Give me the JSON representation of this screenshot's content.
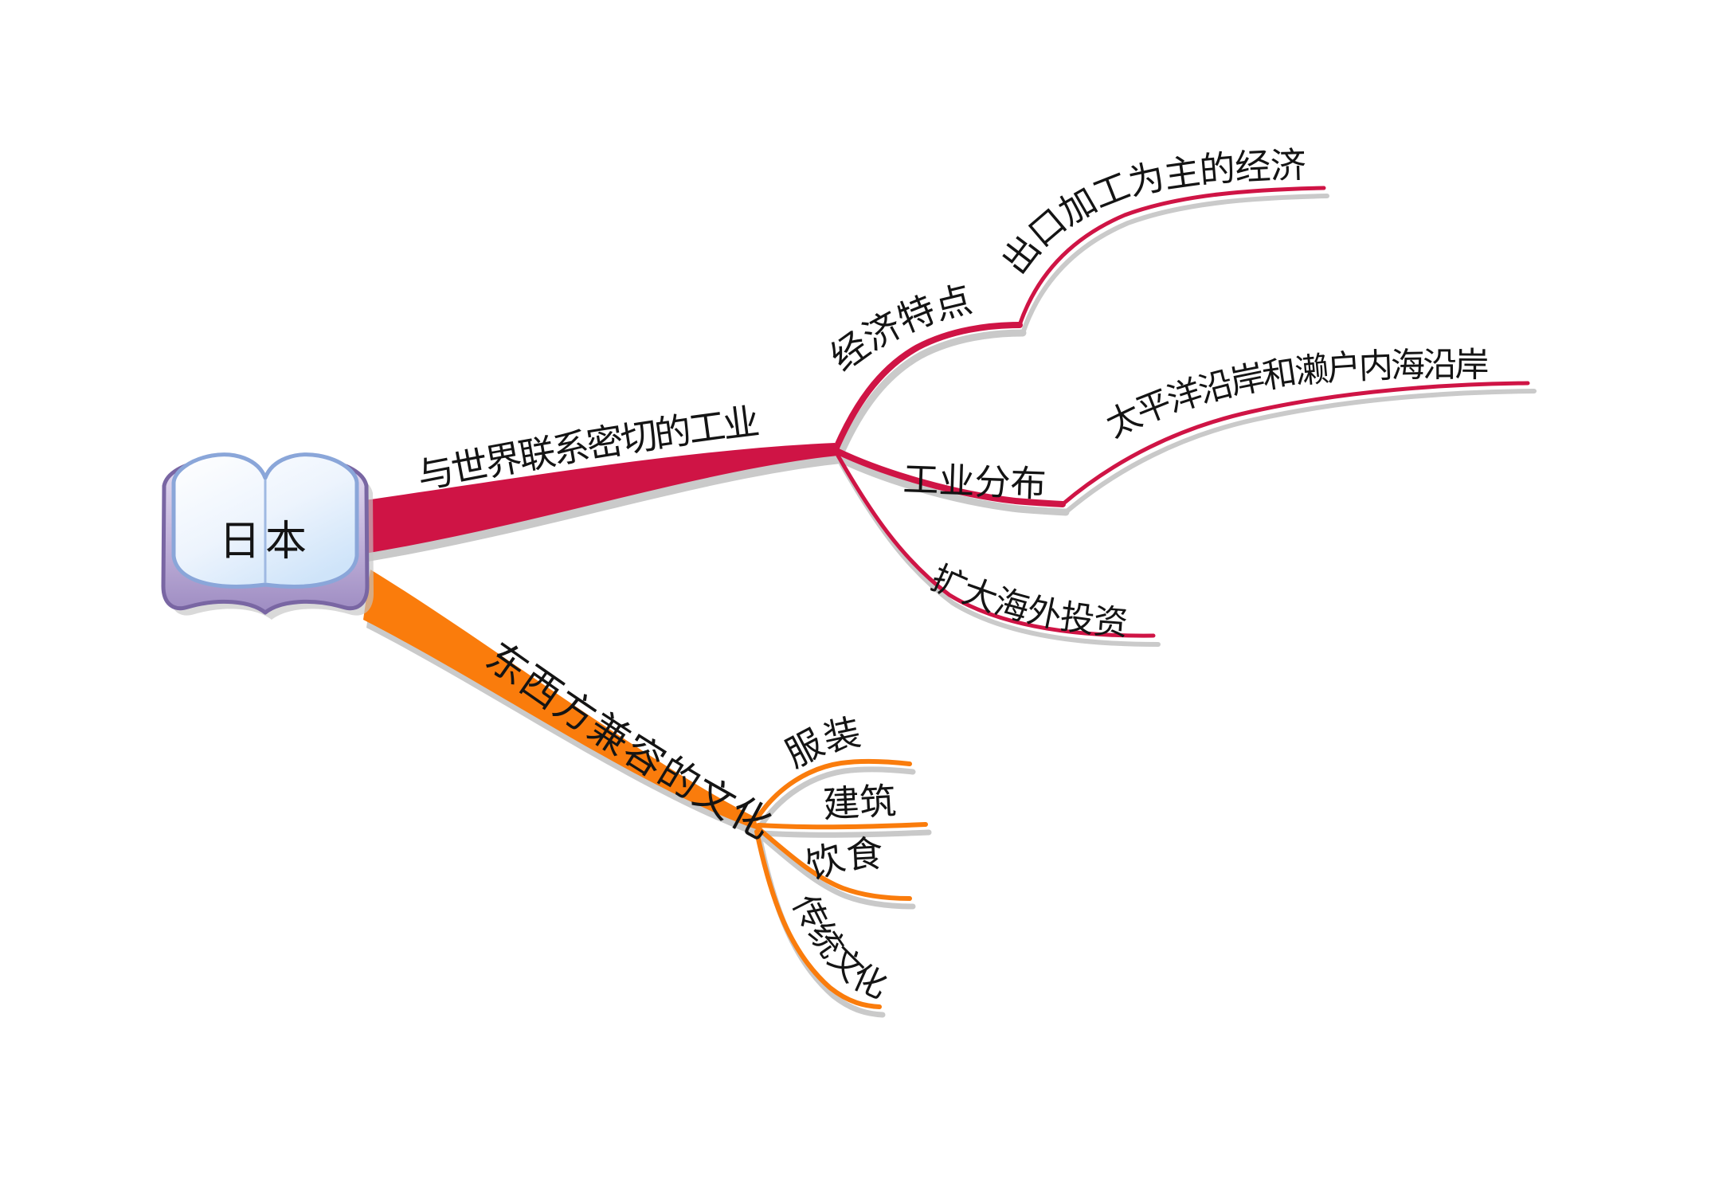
{
  "root": {
    "label": "日本"
  },
  "branch_industry": {
    "label": "与世界联系密切的工业",
    "color": "#CF1445",
    "children": {
      "economy": {
        "label": "经济特点",
        "child": {
          "label": "出口加工为主的经济"
        }
      },
      "distribution": {
        "label": "工业分布",
        "child": {
          "label": "太平洋沿岸和濑户内海沿岸"
        }
      },
      "investment": {
        "label": "扩大海外投资"
      }
    }
  },
  "branch_culture": {
    "label": "东西方兼容的文化",
    "color": "#FA7C0C",
    "children": {
      "clothing": {
        "label": "服装"
      },
      "architecture": {
        "label": "建筑"
      },
      "food": {
        "label": "饮食"
      },
      "tradition": {
        "label": "传统文化"
      }
    }
  },
  "style": {
    "text_color": "#141414",
    "shadow_color": "#C4C4C4",
    "book_cover_border": "#7966A3",
    "book_page_border": "#8AA6D9",
    "background": "#FFFFFF"
  }
}
